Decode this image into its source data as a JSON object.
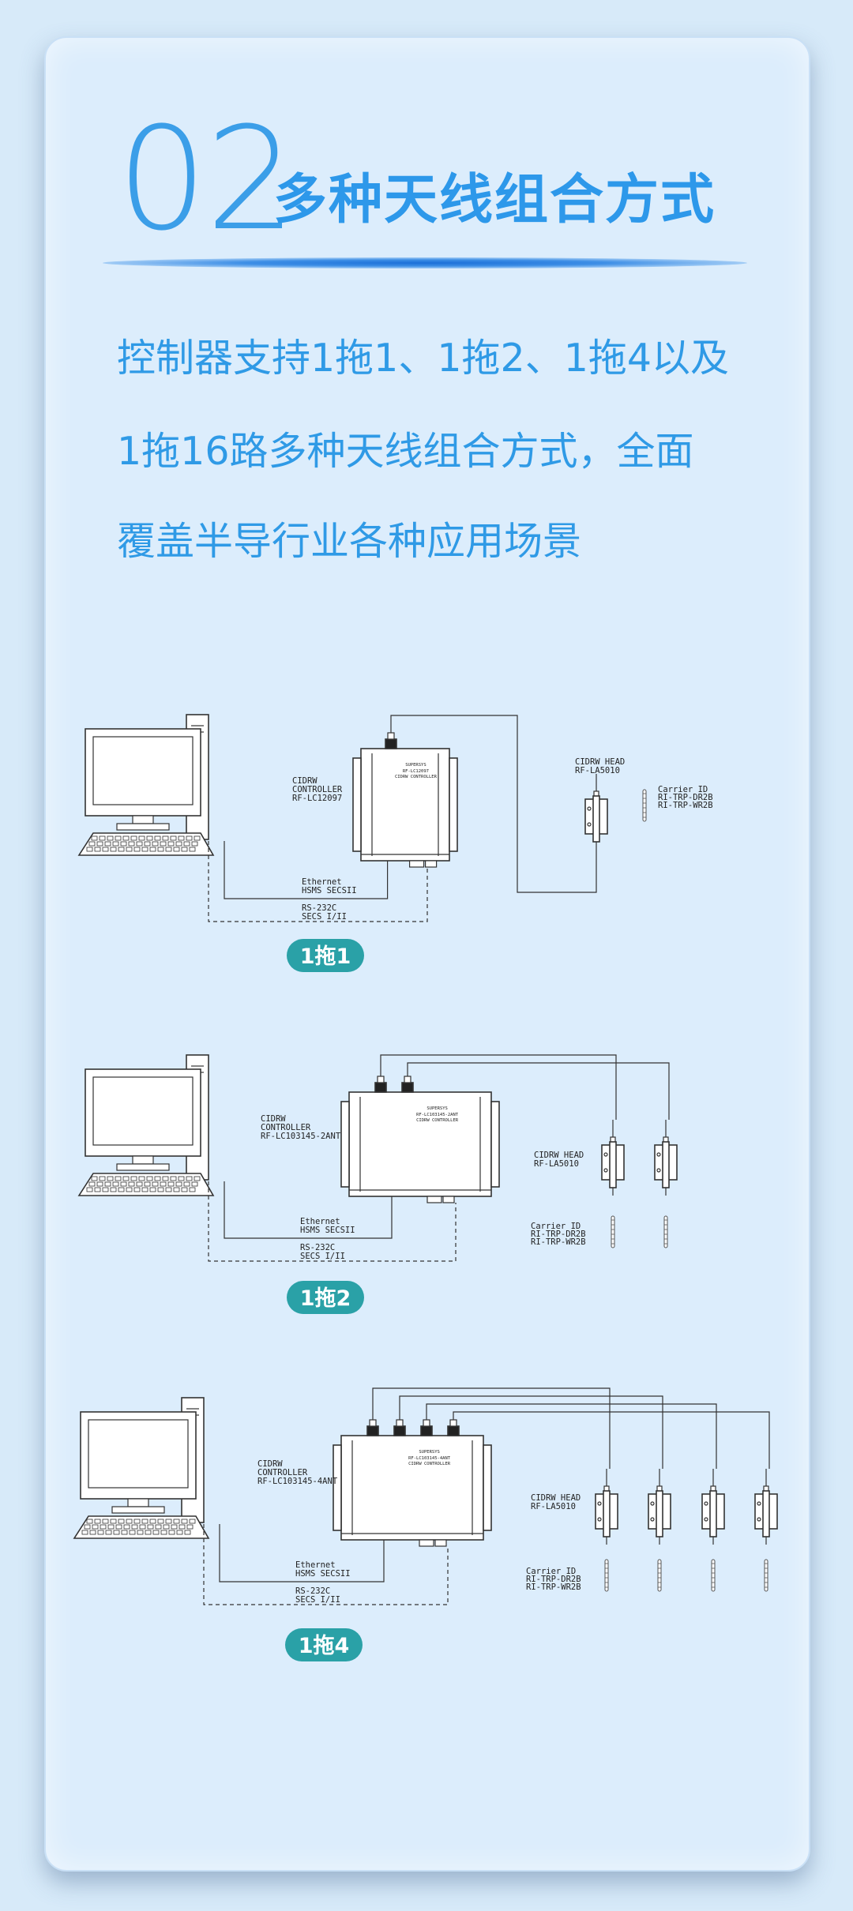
{
  "section": {
    "number": "02",
    "title": "多种天线组合方式",
    "description_lines": [
      "控制器支持1拖1、1拖2、1拖4以及",
      "1拖16路多种天线组合方式，全面",
      "覆盖半导行业各种应用场景"
    ]
  },
  "diagrams": [
    {
      "badge": "1拖1",
      "controller_label": [
        "CIDRW",
        "CONTROLLER",
        "RF-LC12097"
      ],
      "head_label": [
        "CIDRW HEAD",
        "RF-LA5010"
      ],
      "carrier_label": [
        "Carrier ID",
        "RI-TRP-DR2B",
        "RI-TRP-WR2B"
      ],
      "ethernet_label": [
        "Ethernet",
        "HSMS SECSII"
      ],
      "rs232_label": [
        "RS-232C",
        "SECS I/II"
      ],
      "device_brand": "SUPERSYS",
      "device_model": "RF-LC12097",
      "device_sub": "CIDRW CONTROLLER",
      "antennas": 1
    },
    {
      "badge": "1拖2",
      "controller_label": [
        "CIDRW",
        "CONTROLLER",
        "RF-LC103145-2ANT"
      ],
      "head_label": [
        "CIDRW HEAD",
        "RF-LA5010"
      ],
      "carrier_label": [
        "Carrier ID",
        "RI-TRP-DR2B",
        "RI-TRP-WR2B"
      ],
      "ethernet_label": [
        "Ethernet",
        "HSMS SECSII"
      ],
      "rs232_label": [
        "RS-232C",
        "SECS I/II"
      ],
      "device_brand": "SUPERSYS",
      "device_model": "RF-LC103145-2ANT",
      "device_sub": "CIDRW CONTROLLER",
      "antennas": 2
    },
    {
      "badge": "1拖4",
      "controller_label": [
        "CIDRW",
        "CONTROLLER",
        "RF-LC103145-4ANT"
      ],
      "head_label": [
        "CIDRW HEAD",
        "RF-LA5010"
      ],
      "carrier_label": [
        "Carrier ID",
        "RI-TRP-DR2B",
        "RI-TRP-WR2B"
      ],
      "ethernet_label": [
        "Ethernet",
        "HSMS SECSII"
      ],
      "rs232_label": [
        "RS-232C",
        "SECS I/II"
      ],
      "device_brand": "SUPERSYS",
      "device_model": "RF-LC103145-4ANT",
      "device_sub": "CIDRW CONTROLLER",
      "antennas": 4
    }
  ],
  "colors": {
    "accent": "#2d98ea",
    "badge": "#2aa1a7",
    "page_bg": "#d7eaf9",
    "card_bg": "#dcedfc"
  }
}
